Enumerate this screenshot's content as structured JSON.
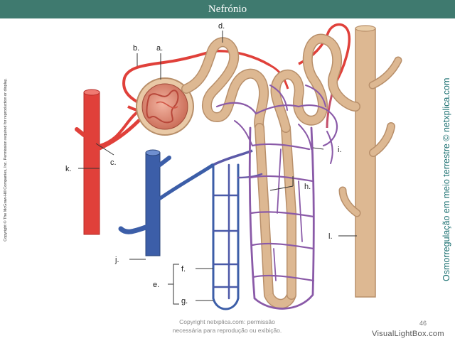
{
  "header": {
    "title": "Nefrónio"
  },
  "labels": {
    "a": "a.",
    "b": "b.",
    "c": "c.",
    "d": "d.",
    "e": "e.",
    "f": "f.",
    "g": "g.",
    "h": "h.",
    "i": "i.",
    "j": "j.",
    "k": "k.",
    "l": "l."
  },
  "side_text_left": "Copyright © The McGraw-Hill Companies, Inc. Permission required for reproduction or display.",
  "side_text_right": "Osmorregulação em meio terrestre © netxplica.com",
  "footer": {
    "copyright_line1": "Copyright netxplica.com: permissão",
    "copyright_line2": "necessária para reprodução ou exibição.",
    "page_number": "46",
    "watermark": "VisualLightBox.com"
  },
  "colors": {
    "header_bg": "#3f7a6f",
    "artery": "#e0403a",
    "vein": "#3c5ea8",
    "capillary": "#8a5aa8",
    "tubule": "#ddb892",
    "tubule_edge": "#b88f6a"
  }
}
